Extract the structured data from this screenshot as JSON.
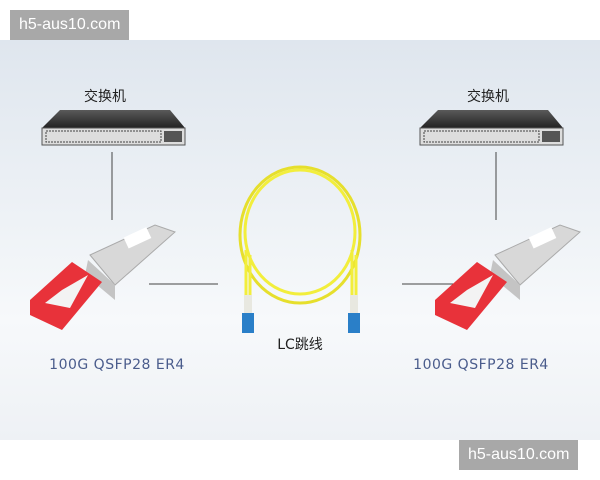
{
  "watermarks": [
    "h5-aus10.com",
    "h5-aus10.com"
  ],
  "left": {
    "switch_label": "交换机",
    "module_label": "100G QSFP28 ER4"
  },
  "right": {
    "switch_label": "交换机",
    "module_label": "100G QSFP28 ER4"
  },
  "cable_label": "LC跳线",
  "colors": {
    "module_latch": "#e8323a",
    "cable": "#f2ee3c",
    "connector": "#2a7fc8",
    "label_text": "#4a5c8c"
  }
}
